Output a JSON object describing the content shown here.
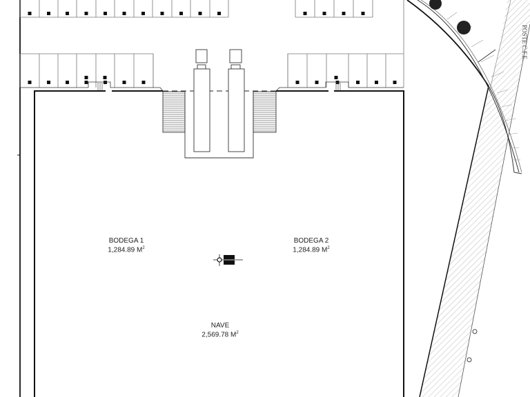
{
  "drawing": {
    "type": "floor plan",
    "areas": [
      {
        "name": "BODEGA 1",
        "area": "1,284.89",
        "unit": "M",
        "unit_sup": "2"
      },
      {
        "name": "BODEGA 2",
        "area": "1,284.89",
        "unit": "M",
        "unit_sup": "2"
      },
      {
        "name": "NAVE",
        "area": "2,569.78",
        "unit": "M",
        "unit_sup": "2"
      }
    ],
    "street_label": "POSTE C.F.E.",
    "colors": {
      "line": "#111111",
      "hatch": "#9a9a9a",
      "text": "#222222"
    }
  }
}
